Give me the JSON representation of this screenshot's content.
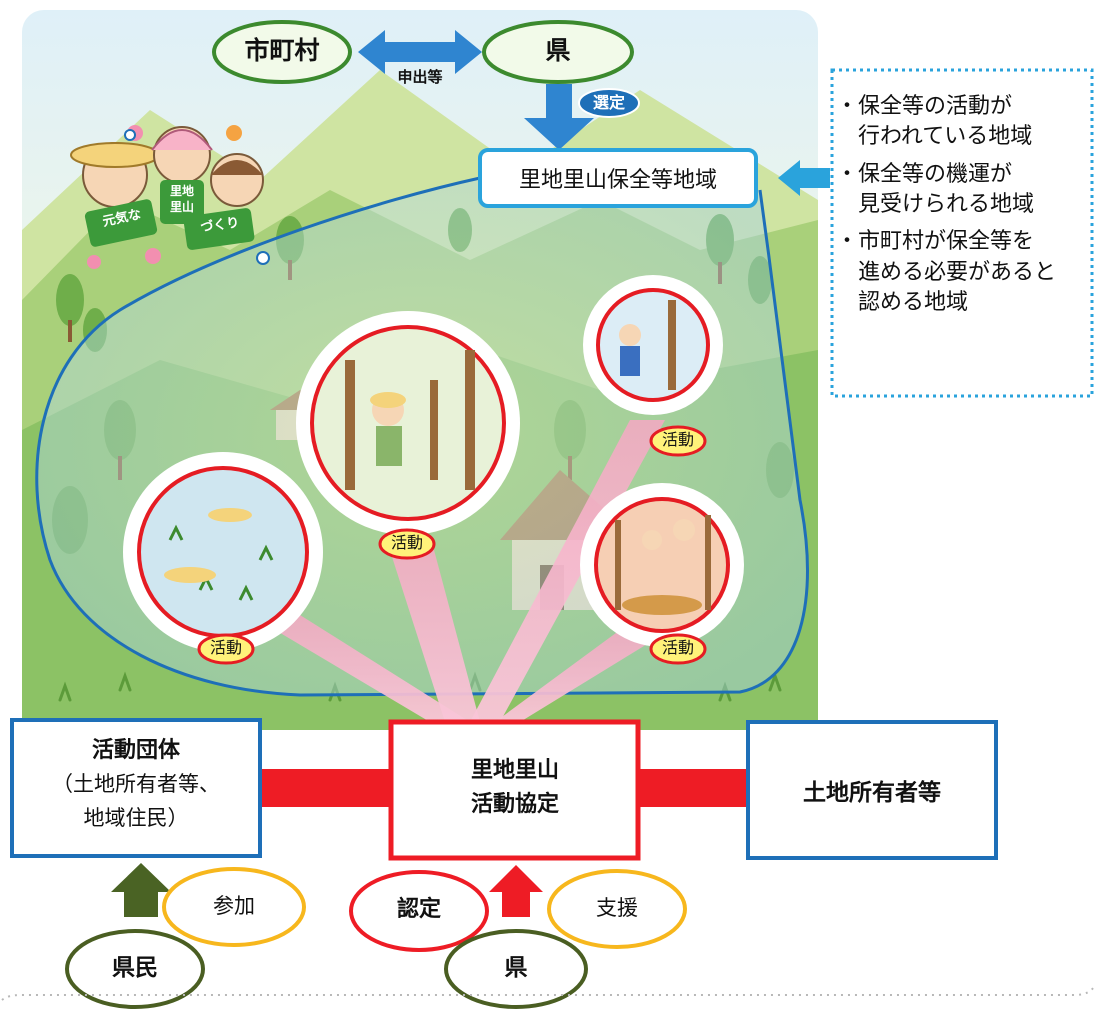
{
  "top": {
    "municipality": "市町村",
    "prefecture": "県",
    "arrow_label": "申出等",
    "select_label": "選定",
    "area_label": "里地里山保全等地域"
  },
  "criteria": [
    [
      "保全等の活動が",
      "行われている地域"
    ],
    [
      "保全等の機運が",
      "見受けられる地域"
    ],
    [
      "市町村が保全等を",
      "進める必要があると",
      "認める地域"
    ]
  ],
  "illustration": {
    "sign_left": "元気な",
    "sign_middle": "里地\n里山",
    "sign_right": "づくり",
    "activity_badge": "活動"
  },
  "bottom": {
    "group_title": "活動団体",
    "group_sub_1": "（土地所有者等、",
    "group_sub_2": "地域住民）",
    "agreement_1": "里地里山",
    "agreement_2": "活動協定",
    "landowners": "土地所有者等",
    "residents": "県民",
    "participation": "参加",
    "certification": "認定",
    "prefecture": "県",
    "support": "支援"
  },
  "colors": {
    "green_box": "#3c8a2e",
    "blue_box": "#1e6fb8",
    "red": "#ee1c25",
    "yellow": "#f7b71d",
    "dark_green": "#4a5e22",
    "light_blue": "#2aa3dc"
  }
}
